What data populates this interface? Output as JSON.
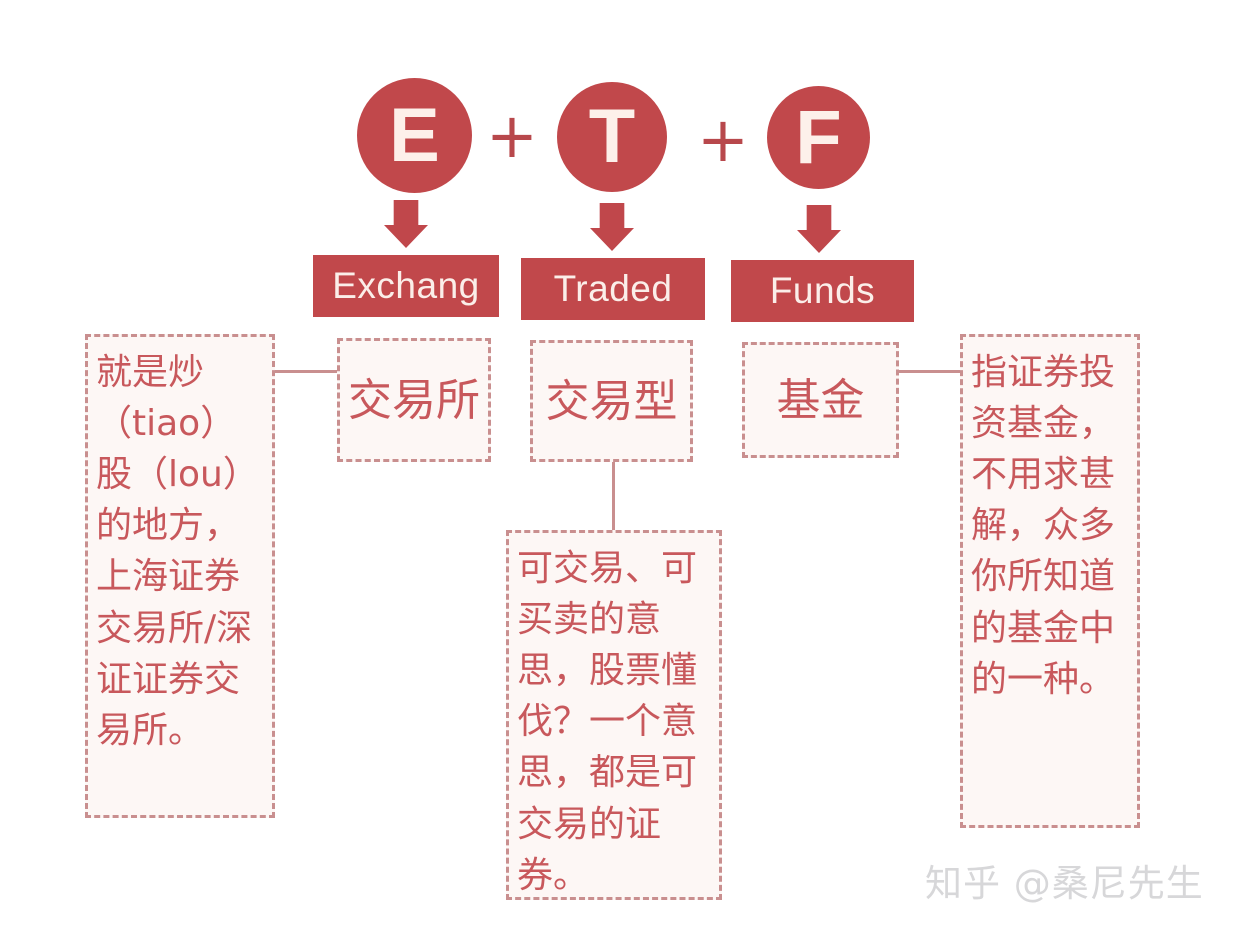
{
  "meta": {
    "diagram_title": "ETF acronym breakdown infographic",
    "background_color": "#ffffff"
  },
  "colors": {
    "brand_red": "#c1484b",
    "bar_red": "#c1484b",
    "circle_text": "#fdf0ea",
    "dashed_border": "#c98f8f",
    "dashed_fill": "#fdf7f5",
    "cn_text": "#c8585c",
    "connector": "#c98f8f",
    "watermark": "#d7d7d9"
  },
  "acronym": {
    "letters": [
      {
        "letter": "E",
        "english": "Exchang",
        "chinese_term": "交易所"
      },
      {
        "letter": "T",
        "english": "Traded",
        "chinese_term": "交易型"
      },
      {
        "letter": "F",
        "english": "Funds",
        "chinese_term": "基金"
      }
    ],
    "separators": [
      "+",
      "+"
    ]
  },
  "explanations": {
    "exchange": "就是炒（tiao）股（lou）的地方，上海证券交易所/深证证券交易所。",
    "traded": "可交易、可买卖的意思，股票懂伐？一个意思，都是可交易的证券。",
    "funds": "指证券投资基金，不用求甚解，众多你所知道的基金中的一种。"
  },
  "watermark": {
    "text": "知乎 @桑尼先生"
  },
  "icons": {
    "arrow_down": "arrow-down-icon",
    "plus": "plus-icon"
  }
}
